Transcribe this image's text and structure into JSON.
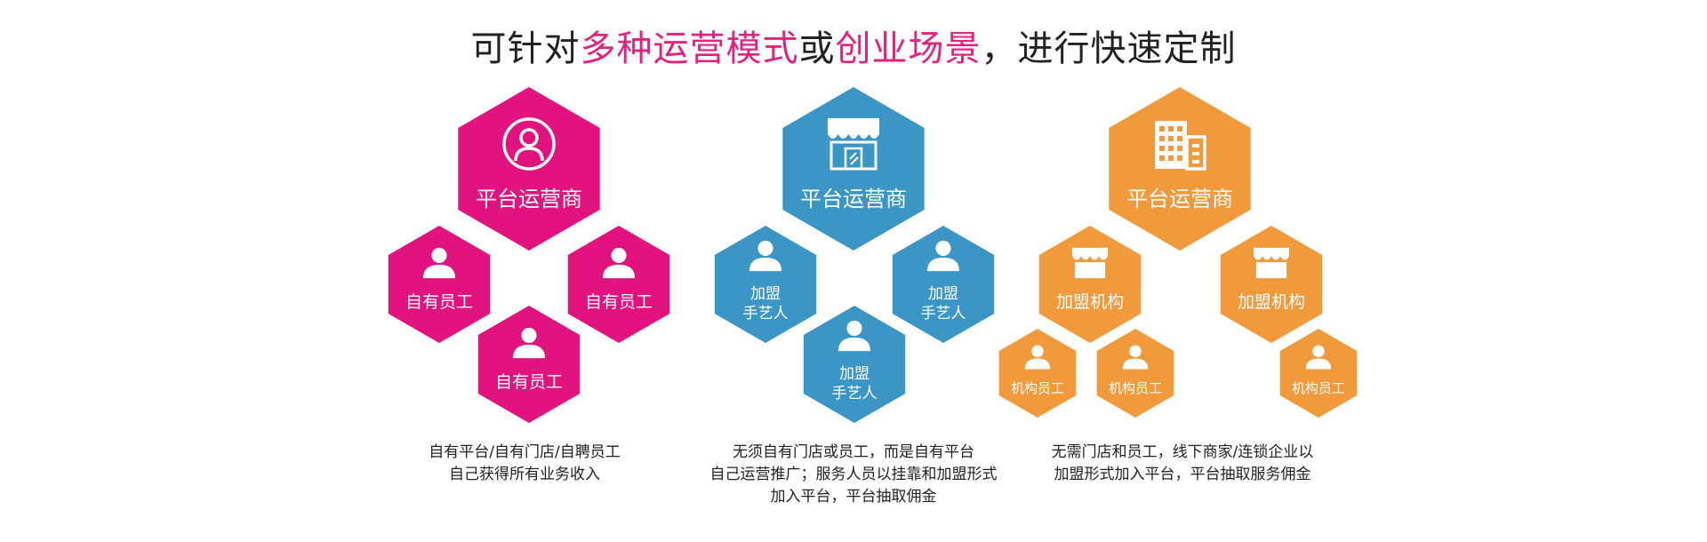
{
  "colors": {
    "highlight": "#e0237f",
    "magenta": "#e2137e",
    "blue": "#3b96c6",
    "orange": "#f19a3c",
    "text": "#222222"
  },
  "headline": {
    "p1": "可针对",
    "p2": "多种运营模式",
    "p3": "或",
    "p4": "创业场景",
    "p5": "，进行快速定制"
  },
  "groups": [
    {
      "color": "magenta",
      "operator": {
        "label": "平台运营商",
        "icon": "user-circle-icon"
      },
      "members": [
        {
          "label": [
            "自有员工"
          ],
          "icon": "person-icon"
        },
        {
          "label": [
            "自有员工"
          ],
          "icon": "person-icon"
        },
        {
          "label": [
            "自有员工"
          ],
          "icon": "person-icon"
        }
      ],
      "description": [
        "自有平台/自有门店/自聘员工",
        "自己获得所有业务收入"
      ]
    },
    {
      "color": "blue",
      "operator": {
        "label": "平台运营商",
        "icon": "storefront-icon"
      },
      "members": [
        {
          "label": [
            "加盟",
            "手艺人"
          ],
          "icon": "person-icon"
        },
        {
          "label": [
            "加盟",
            "手艺人"
          ],
          "icon": "person-icon"
        },
        {
          "label": [
            "加盟",
            "手艺人"
          ],
          "icon": "person-icon"
        }
      ],
      "description": [
        "无须自有门店或员工，而是自有平台",
        "自己运营推广；服务人员以挂靠和加盟形式",
        "加入平台，平台抽取佣金"
      ]
    },
    {
      "color": "orange",
      "operator": {
        "label": "平台运营商",
        "icon": "building-icon"
      },
      "members": [
        {
          "label": [
            "加盟机构"
          ],
          "icon": "shop-icon"
        },
        {
          "label": [
            "加盟机构"
          ],
          "icon": "shop-icon"
        },
        {
          "label": [
            "机构员工"
          ],
          "icon": "person-icon"
        },
        {
          "label": [
            "机构员工"
          ],
          "icon": "person-icon"
        },
        {
          "label": [
            "机构员工"
          ],
          "icon": "person-icon"
        }
      ],
      "description": [
        "无需门店和员工，线下商家/连锁企业以",
        "加盟形式加入平台，平台抽取服务佣金"
      ]
    }
  ]
}
